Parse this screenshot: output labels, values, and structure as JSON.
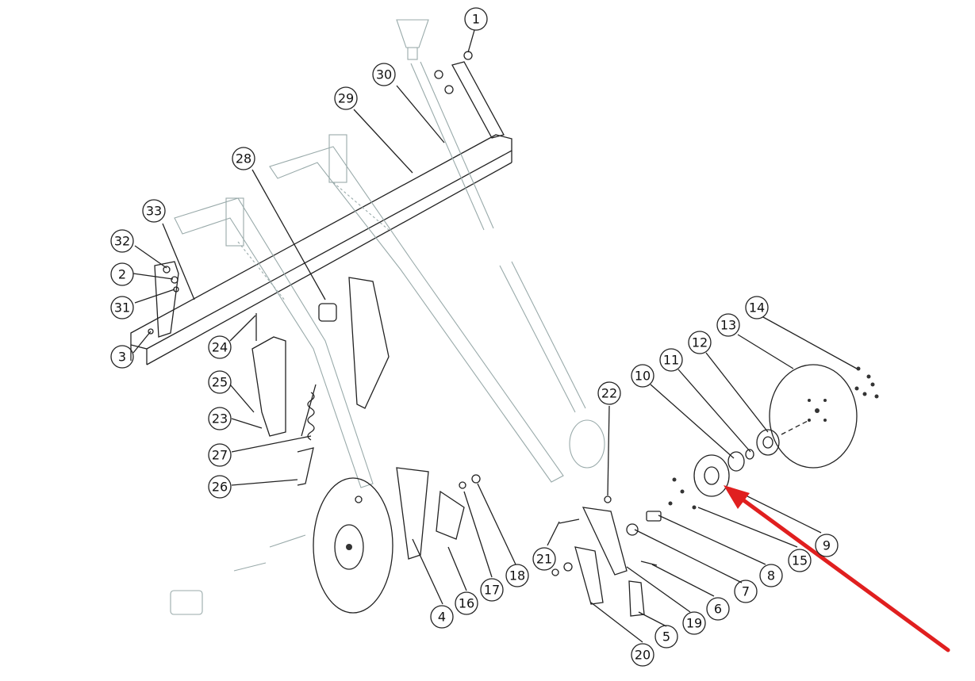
{
  "diagram": {
    "callouts": [
      "1",
      "2",
      "3",
      "4",
      "5",
      "6",
      "7",
      "8",
      "9",
      "10",
      "11",
      "12",
      "13",
      "14",
      "15",
      "16",
      "17",
      "18",
      "19",
      "20",
      "21",
      "22",
      "23",
      "24",
      "25",
      "26",
      "27",
      "28",
      "29",
      "30",
      "31",
      "32",
      "33"
    ],
    "highlight": {
      "color": "#e01f1f",
      "target": "9"
    }
  }
}
